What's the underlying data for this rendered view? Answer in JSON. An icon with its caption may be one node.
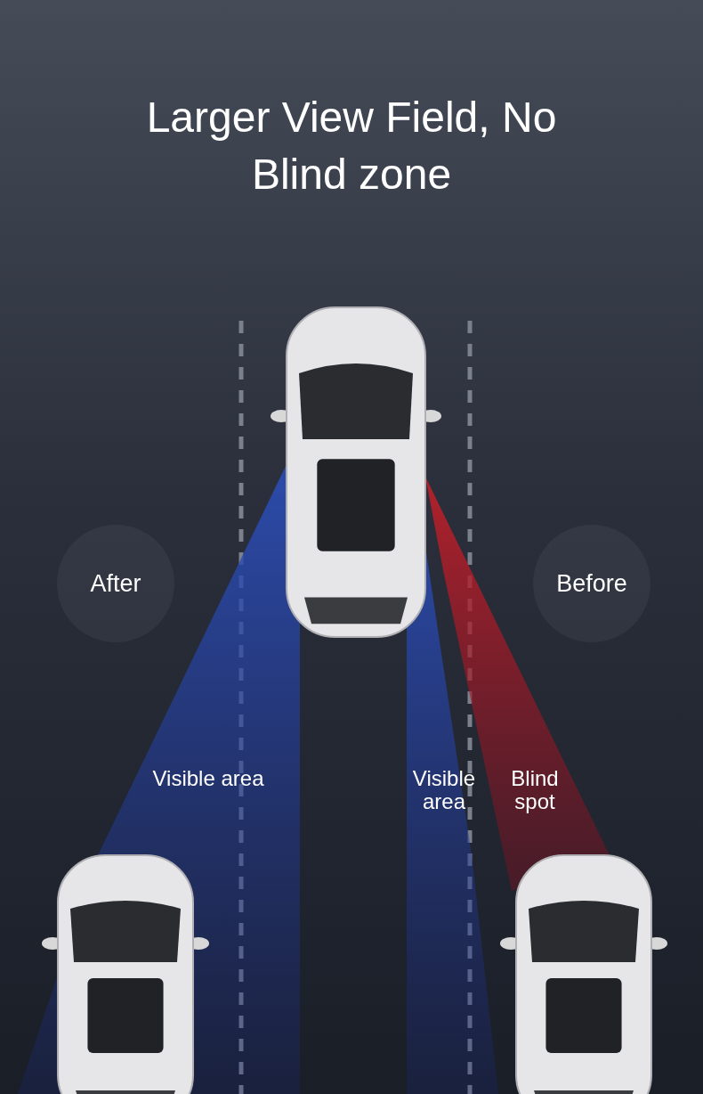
{
  "diagram": {
    "title": "Larger View Field, No Blind zone",
    "nodes": [
      {
        "text": [
          "After"
        ]
      },
      {
        "text": [
          "Before"
        ]
      }
    ],
    "labels": [
      "Visible area",
      "Visible area",
      "Blind spot"
    ]
  }
}
